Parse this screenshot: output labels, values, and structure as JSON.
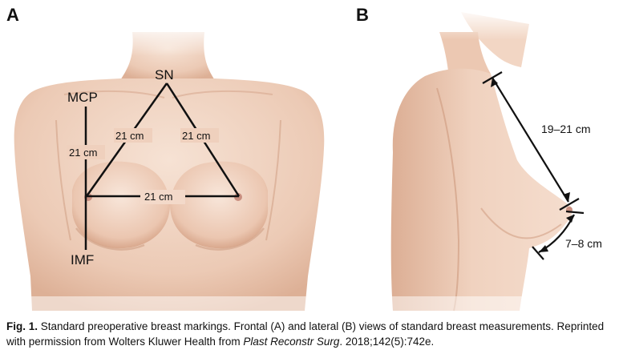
{
  "panels": {
    "a": "A",
    "b": "B"
  },
  "frontal": {
    "sn": "SN",
    "mcp": "MCP",
    "imf": "IMF",
    "mcp_to_nipple": "21 cm",
    "sn_to_left_nipple": "21 cm",
    "sn_to_right_nipple": "21 cm",
    "nipple_to_nipple": "21 cm"
  },
  "lateral": {
    "sn_to_nipple": "19–21 cm",
    "nipple_to_imf": "7–8 cm"
  },
  "caption": {
    "fig_label": "Fig. 1.",
    "text_1": " Standard preoperative breast markings. Frontal (A) and lateral (B) views of standard breast measurements. Reprinted with permission from Wolters Kluwer Health from ",
    "journal": "Plast Reconstr Surg",
    "text_2": ". 2018;142(5):742e."
  },
  "colors": {
    "skin_light": "#f4dccd",
    "skin_mid": "#e9c3ab",
    "skin_shadow": "#d7a98f",
    "nipple": "#c98f80",
    "marking": "#111111"
  }
}
